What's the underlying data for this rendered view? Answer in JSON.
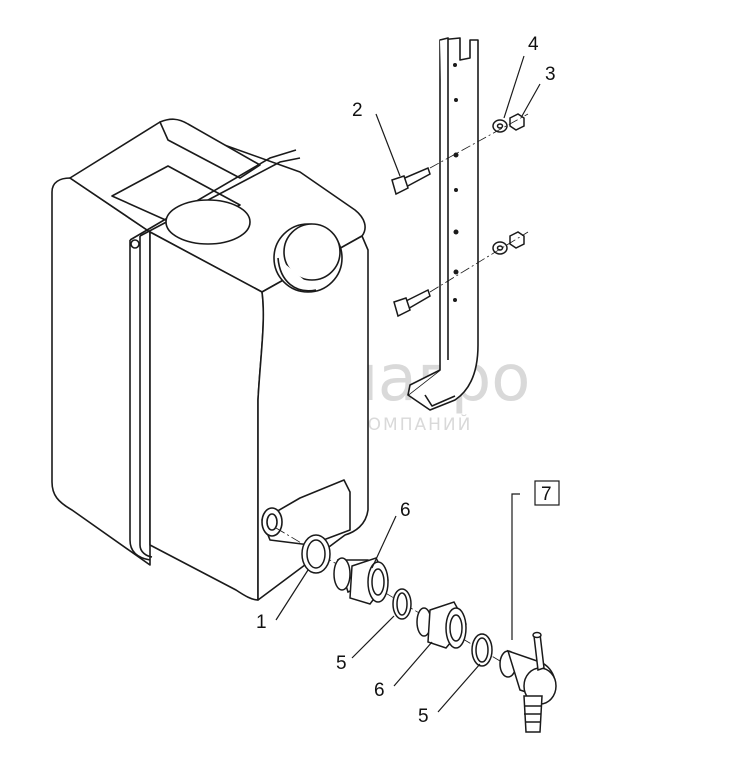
{
  "watermark": {
    "brand": "белагро",
    "tagline": "ГРУППА КОМПАНИЙ"
  },
  "callouts": {
    "c1": "1",
    "c2": "2",
    "c3": "3",
    "c4": "4",
    "c5a": "5",
    "c5b": "5",
    "c6a": "6",
    "c6b": "6",
    "c7": "7"
  },
  "colors": {
    "line": "#1a1a1a",
    "fill": "#ffffff",
    "watermark": "#d9d9d9"
  }
}
